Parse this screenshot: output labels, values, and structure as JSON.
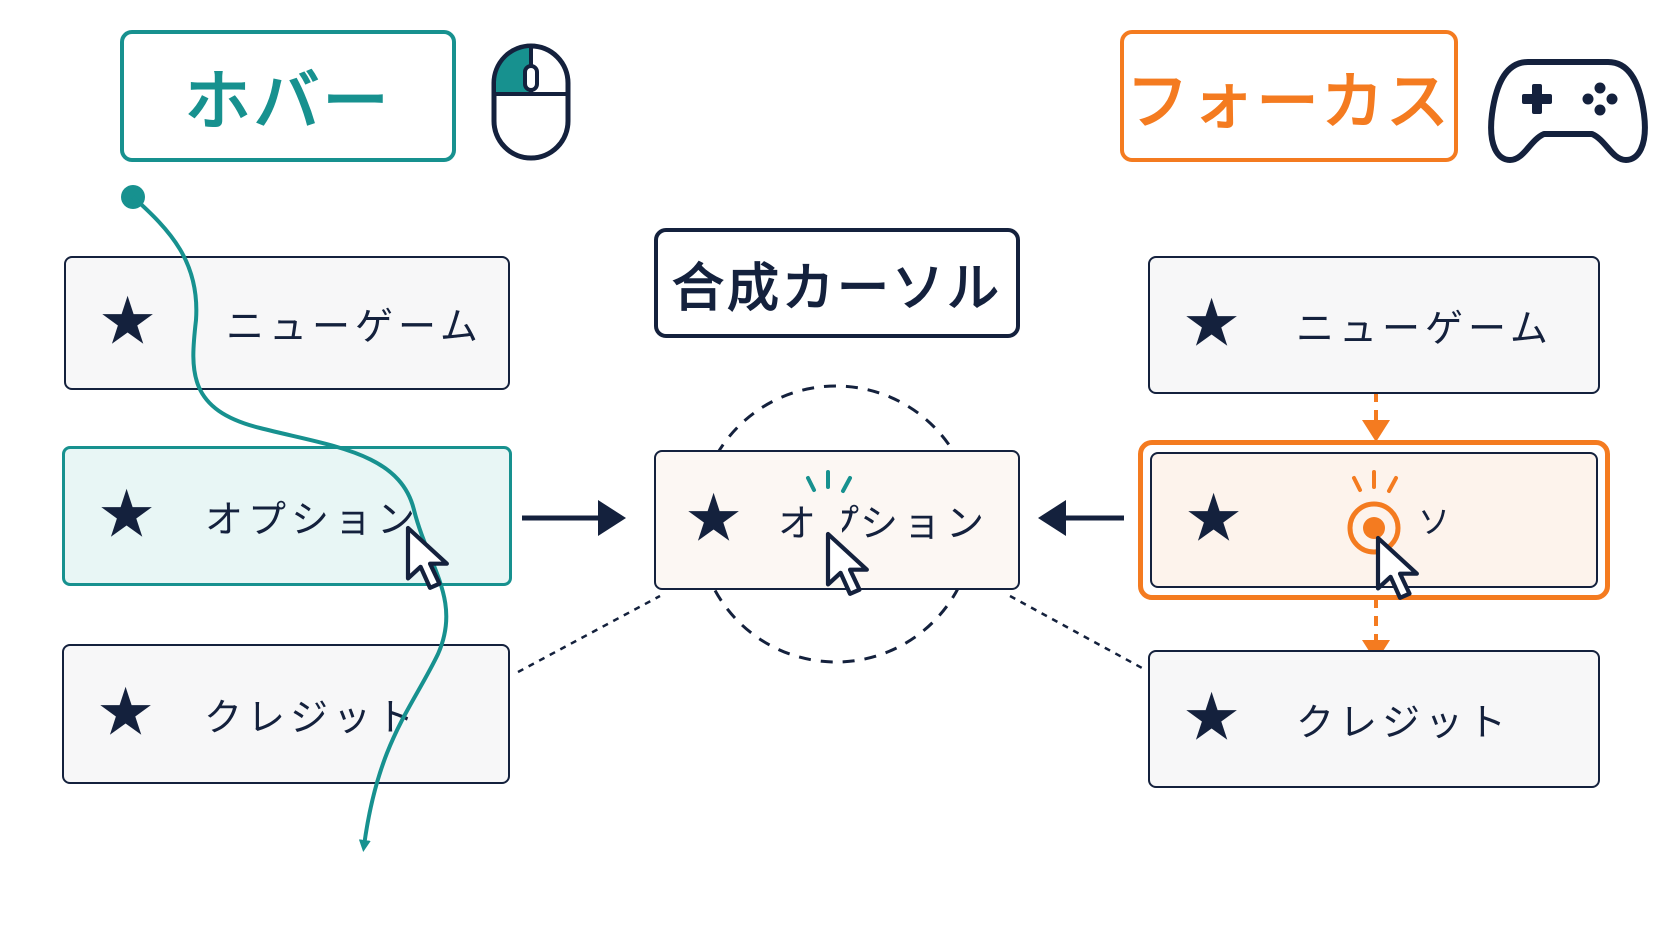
{
  "hover": {
    "title": "ホバー",
    "input_icon": "mouse-icon",
    "items": [
      "ニューゲーム",
      "オプション",
      "クレジット"
    ],
    "active_index": 1
  },
  "composite": {
    "title": "合成カーソル",
    "item_label_left": "オプ",
    "item_label_right": "ション"
  },
  "focus": {
    "title": "フォーカス",
    "input_icon": "gamepad-icon",
    "items": [
      "ニューゲーム",
      "ソ",
      "クレジット"
    ],
    "active_index": 1
  },
  "colors": {
    "hover_accent": "#17918f",
    "hover_fill": "#e8f6f5",
    "focus_accent": "#f47b20",
    "focus_fill": "#fdf3ec",
    "ink": "#14213d",
    "composite_fill": "#fcf7f3"
  }
}
